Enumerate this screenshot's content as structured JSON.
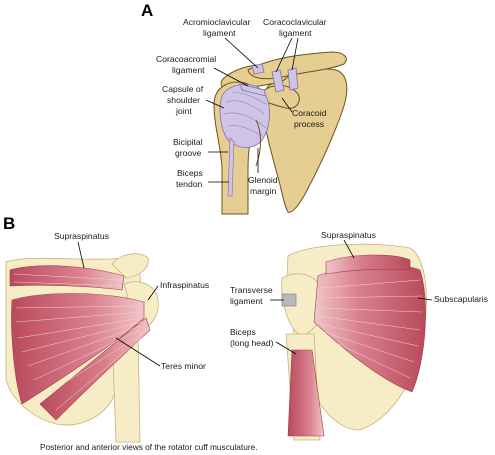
{
  "panels": {
    "a": "A",
    "b": "B"
  },
  "labels_a": {
    "acromioclavicular_line1": "Acromioclavicular",
    "acromioclavicular_line2": "ligament",
    "coracoclavicular_line1": "Coracoclavicular",
    "coracoclavicular_line2": "ligament",
    "coracoacromial_line1": "Coracoacromial",
    "coracoacromial_line2": "ligament",
    "capsule_line1": "Capsule of",
    "capsule_line2": "shoulder",
    "capsule_line3": "joint",
    "coracoid_line1": "Coracoid",
    "coracoid_line2": "process",
    "bicipital_line1": "Bicipital",
    "bicipital_line2": "groove",
    "biceps_tendon_line1": "Biceps",
    "biceps_tendon_line2": "tendon",
    "glenoid_line1": "Glenoid",
    "glenoid_line2": "margin"
  },
  "labels_b": {
    "supraspinatus_left": "Supraspinatus",
    "infraspinatus": "Infraspinatus",
    "teres_minor": "Teres minor",
    "supraspinatus_right": "Supraspinatus",
    "transverse_line1": "Transverse",
    "transverse_line2": "ligament",
    "subscapularis": "Subscapularis",
    "biceps_line1": "Biceps",
    "biceps_line2": "(long head)"
  },
  "caption": "Posterior and anterior views of the rotator cuff musculature.",
  "colors": {
    "bone_a": "#e6cd92",
    "bone_b": "#f6ecc5",
    "muscle": "#cf6b7a",
    "ligament": "#cfc4e6"
  }
}
